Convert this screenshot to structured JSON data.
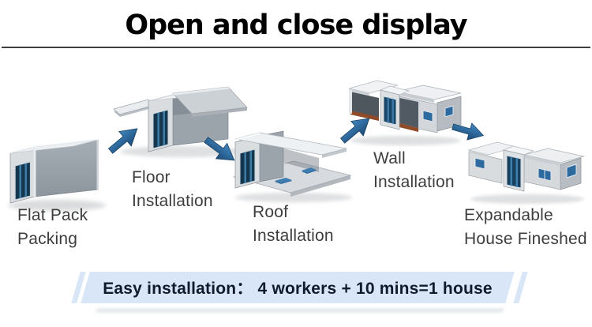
{
  "title": {
    "text": "Open and close display"
  },
  "steps": [
    {
      "name": "flat-pack-packing",
      "lines": [
        "Flat Pack",
        "Packing"
      ]
    },
    {
      "name": "floor-installation",
      "lines": [
        "Floor",
        "Installation"
      ]
    },
    {
      "name": "roof-installation",
      "lines": [
        "Roof",
        "Installation"
      ]
    },
    {
      "name": "wall-installation",
      "lines": [
        "Wall",
        "Installation"
      ]
    },
    {
      "name": "expandable-house-fineshed",
      "lines": [
        "Expandable",
        "House Fineshed"
      ]
    }
  ],
  "arrows": [
    {
      "direction": "up-right"
    },
    {
      "direction": "down-right"
    },
    {
      "direction": "up-right"
    },
    {
      "direction": "right-down"
    }
  ],
  "banner": {
    "text": "Easy installation： 4 workers + 10 mins=1 house"
  },
  "colors": {
    "arrow_blue": "#2a6ba3",
    "banner_bg": "#d9e6f8",
    "banner_text": "#0f1c30",
    "door_blue": "#1b4766",
    "label_text": "#3d3d3d",
    "title_text": "#000000"
  }
}
